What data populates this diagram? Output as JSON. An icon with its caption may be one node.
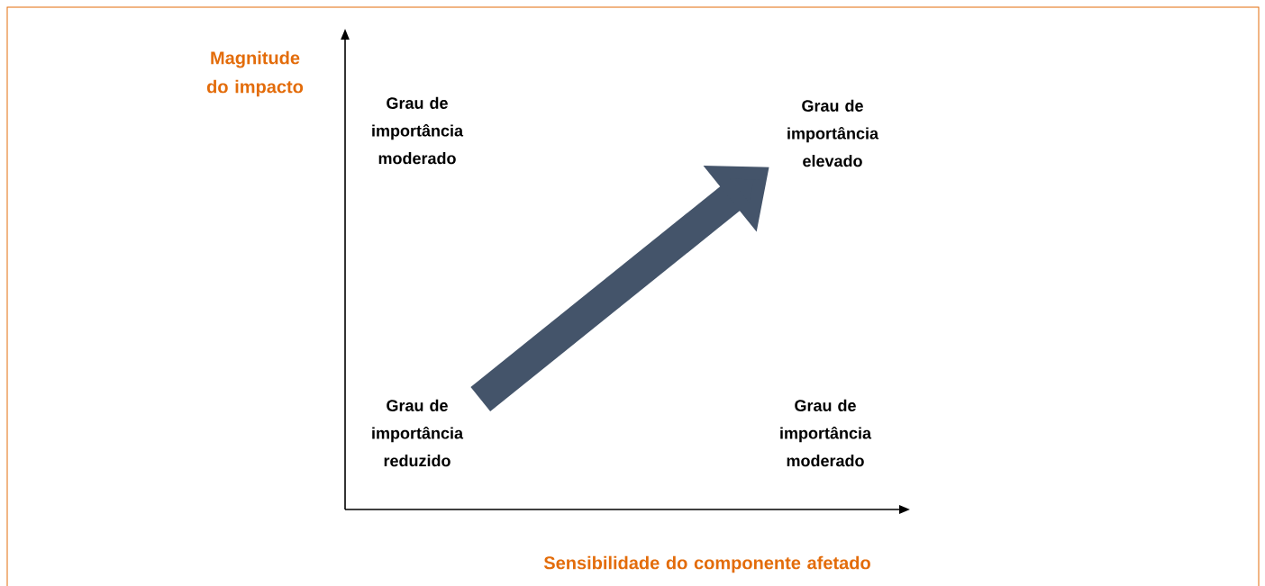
{
  "diagram": {
    "nodes": [
      {
        "text": [
          "Grau de importância moderado"
        ]
      },
      {
        "text": [
          "Grau de importância elevado"
        ]
      },
      {
        "text": [
          "Grau de importância reduzido"
        ]
      },
      {
        "text": [
          "Grau de importância moderado"
        ]
      }
    ],
    "edges": [
      {
        "from": 2,
        "to": 1,
        "arrow": "to",
        "color": "#44546a"
      }
    ],
    "labels": [
      "Magnitude do impacto",
      "Sensibilidade do componente afetado"
    ]
  }
}
